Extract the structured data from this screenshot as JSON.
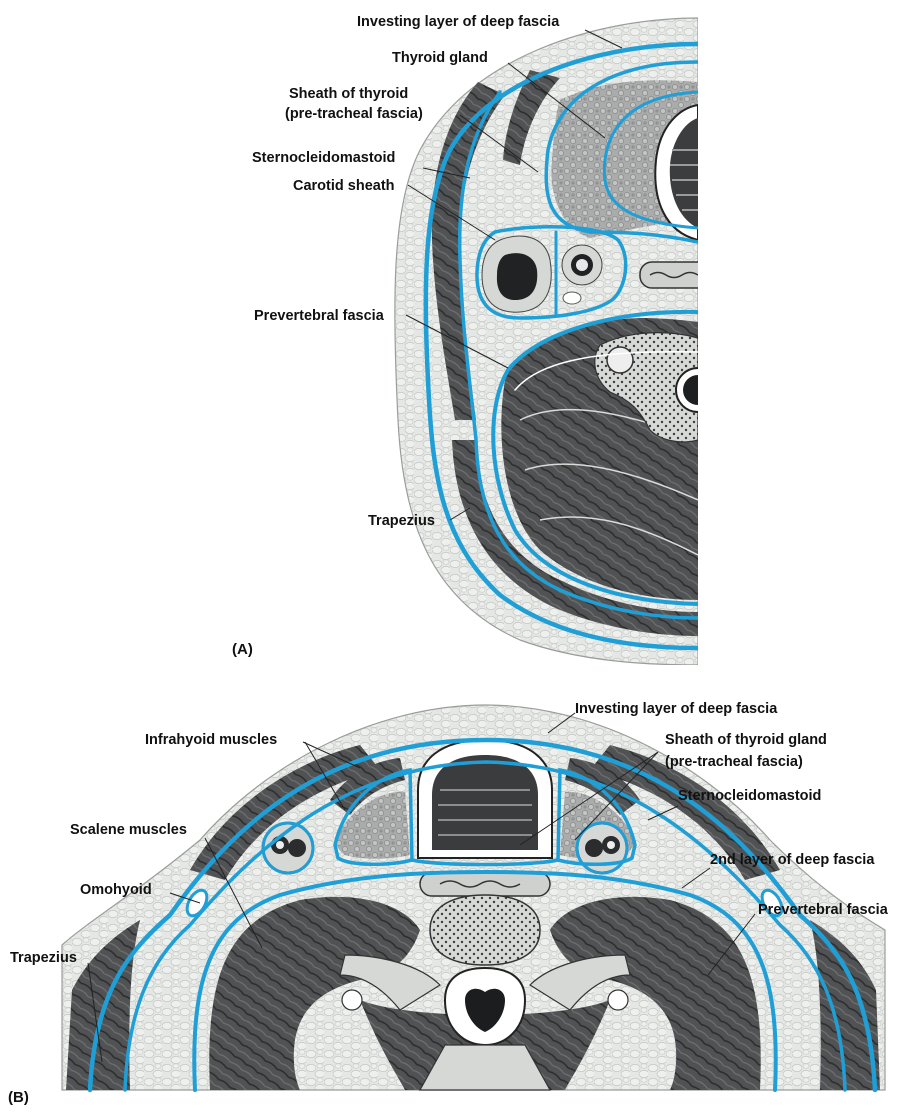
{
  "panel_a": {
    "panel_label": "(A)",
    "labels": {
      "investing": "Investing layer of deep fascia",
      "thyroid_gland": "Thyroid gland",
      "sheath_line1": "Sheath of thyroid",
      "sheath_line2": "(pre-tracheal fascia)",
      "sternocleidomastoid": "Sternocleidomastoid",
      "carotid_sheath": "Carotid sheath",
      "prevertebral": "Prevertebral fascia",
      "trapezius": "Trapezius"
    }
  },
  "panel_b": {
    "panel_label": "(B)",
    "labels": {
      "investing": "Investing layer of deep fascia",
      "infrahyoid": "Infrahyoid muscles",
      "sheath_line1": "Sheath of thyroid gland",
      "sheath_line2": "(pre-tracheal fascia)",
      "sternocleidomastoid": "Sternocleidomastoid",
      "scalene": "Scalene muscles",
      "second_layer": "2nd layer of deep fascia",
      "omohyoid": "Omohyoid",
      "prevertebral": "Prevertebral fascia",
      "trapezius": "Trapezius"
    }
  },
  "colors": {
    "fascia": "#1f9fd6",
    "fat": "#e7e9e6",
    "muscle": "#4b4d4f",
    "muscle_dark": "#2e3032",
    "gland": "#b9bcbb",
    "bone": "#d9dbd9",
    "lumen": "#ffffff"
  }
}
